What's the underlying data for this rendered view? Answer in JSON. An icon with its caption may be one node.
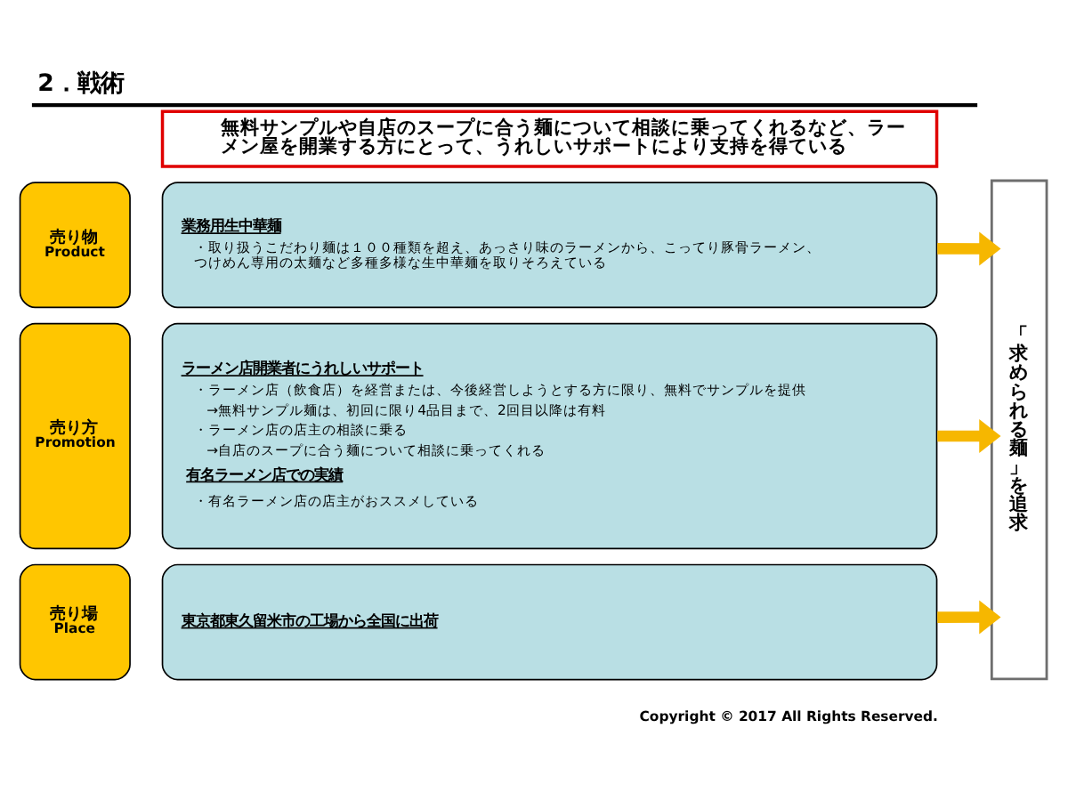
{
  "diagram": {
    "title": "2．戦術",
    "caption": "Copyright © 2017 All Rights Reserved.",
    "nodes": [
      {
        "text": [
          "無料サンプルや自店のスープに合う麺について相談に乗ってくれるなど、ラーメン屋を開業する方にとって、うれしいサポートにより支持を得ている"
        ]
      },
      {
        "text": [
          "売り物",
          "Product"
        ]
      },
      {
        "text": [
          "業務用生中華麺",
          "・取り扱うこだわり麺は１００種類を超え、あっさり味のラーメンから、こってり豚骨ラーメン、つけめん専用の太麺など多種多様な生中華麺を取りそろえている"
        ]
      },
      {
        "text": [
          "売り方",
          "Promotion"
        ]
      },
      {
        "text": [
          "ラーメン店開業者にうれしいサポート",
          "・ラーメン店（飲食店）を経営または、今後経営しようとする方に限り、無料でサンプルを提供",
          "→無料サンプル麺は、初回に限り4品目まで、2回目以降は有料",
          "・ラーメン店の店主の相談に乗る",
          "→自店のスープに合う麺について相談に乗ってくれる",
          "有名ラーメン店での実績",
          "・有名ラーメン店の店主がおススメしている"
        ]
      },
      {
        "text": [
          "売り場",
          "Place"
        ]
      },
      {
        "text": [
          "東京都東久留米市の工場から全国に出荷"
        ]
      },
      {
        "text": [
          "「求められる麺」を追求"
        ]
      }
    ],
    "edges": [
      {
        "from": 2,
        "to": 7,
        "arrow": "to"
      },
      {
        "from": 4,
        "to": 7,
        "arrow": "to"
      },
      {
        "from": 6,
        "to": 7,
        "arrow": "to"
      }
    ]
  }
}
